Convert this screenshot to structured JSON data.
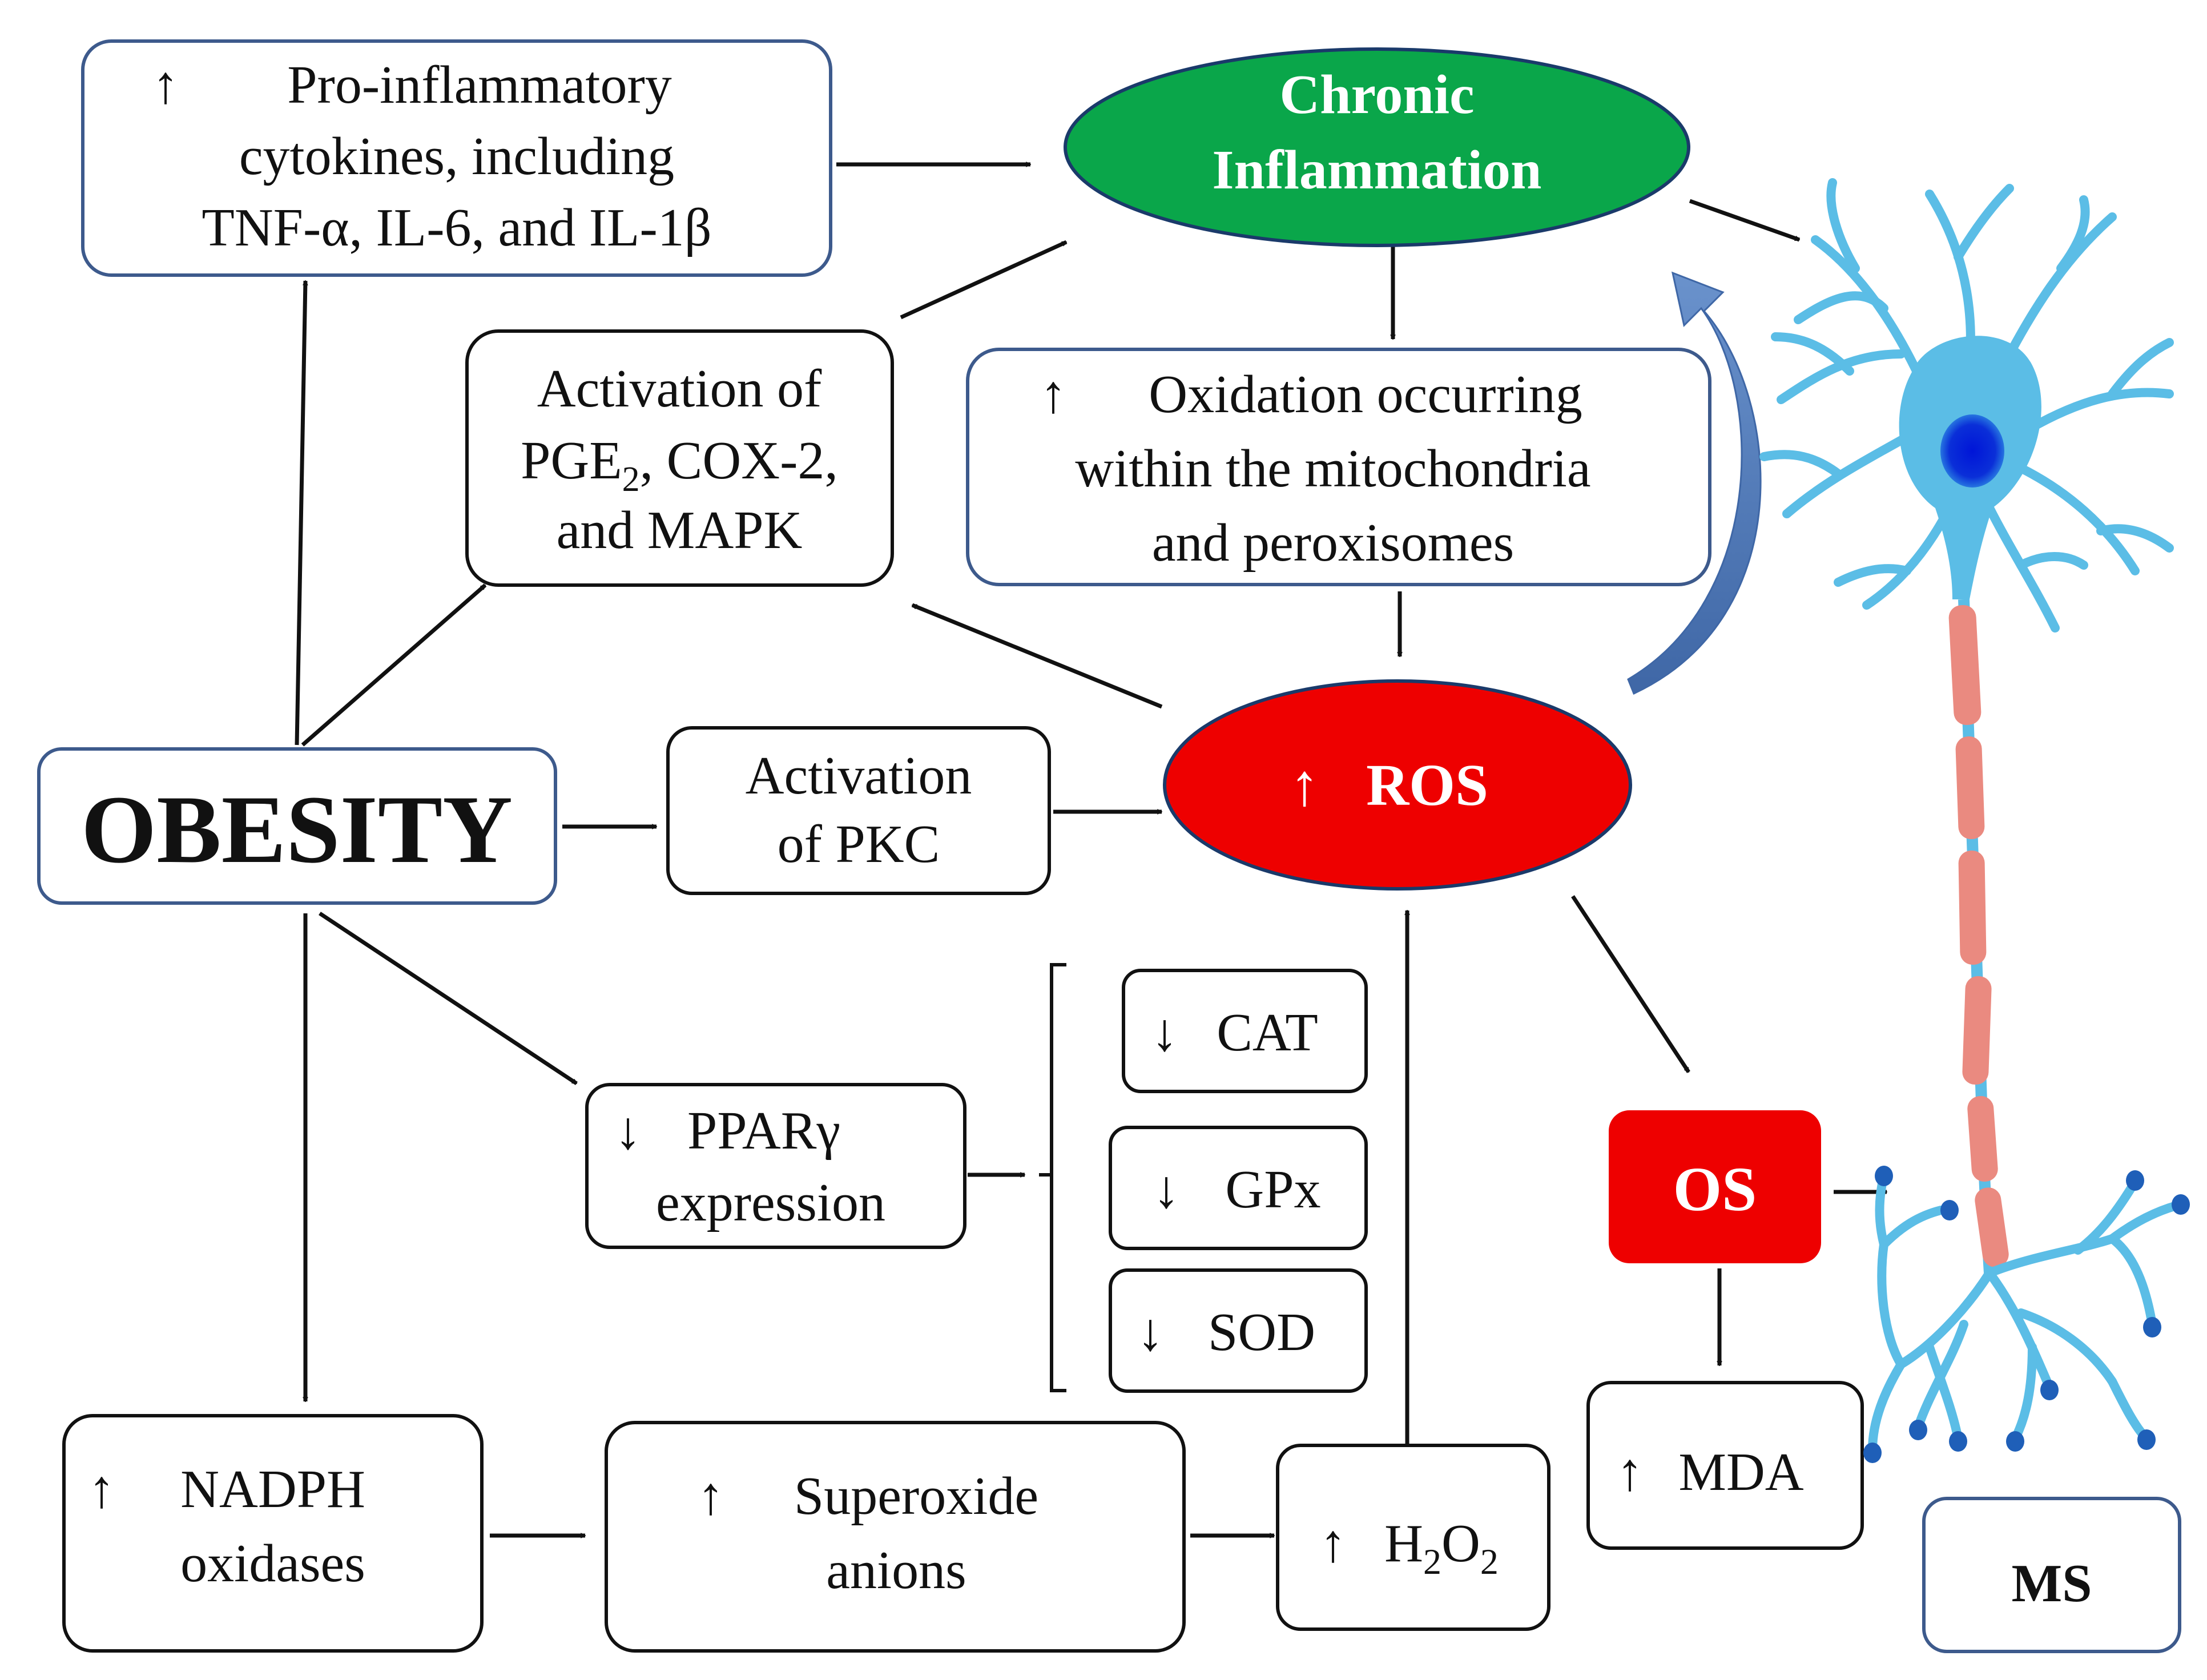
{
  "diagram": {
    "obesity": "OBESITY",
    "pro_inflammatory": {
      "line1": "Pro-inflammatory",
      "line2": "cytokines, including",
      "line3": "TNF-α, IL-6, and IL-1β"
    },
    "chronic_inflammation": {
      "line1": "Chronic",
      "line2": "Inflammation"
    },
    "activation_pge": {
      "line1": "Activation of",
      "line2a": "PGE",
      "line2sub": "2",
      "line2b": ", COX-2,",
      "line3": "and MAPK"
    },
    "oxidation": {
      "line1": "Oxidation occurring",
      "line2": "within the  mitochondria",
      "line3": "and peroxisomes"
    },
    "activation_pkc": {
      "line1": "Activation",
      "line2": "of PKC"
    },
    "ros": "ROS",
    "ppar": {
      "line1": "PPARγ",
      "line2": "expression"
    },
    "cat": "CAT",
    "gpx": "GPx",
    "sod": "SOD",
    "nadph": {
      "line1": "NADPH",
      "line2": "oxidases"
    },
    "superoxide": {
      "line1": "Superoxide",
      "line2": "anions"
    },
    "h2o2": {
      "h": "H",
      "sub2a": "2",
      "o": "O",
      "sub2b": "2"
    },
    "os": "OS",
    "mda": "MDA",
    "ms": "MS",
    "colors": {
      "inflammation": "#0aa64a",
      "ros": "#ee0000",
      "os": "#ee0000",
      "box_border_blue": "#3d5a8c",
      "curved_arrow": "#4f79b5",
      "neuron": "#5bbde6",
      "myelin": "#ea8a80",
      "nucleus": "#0a1fd6"
    }
  }
}
